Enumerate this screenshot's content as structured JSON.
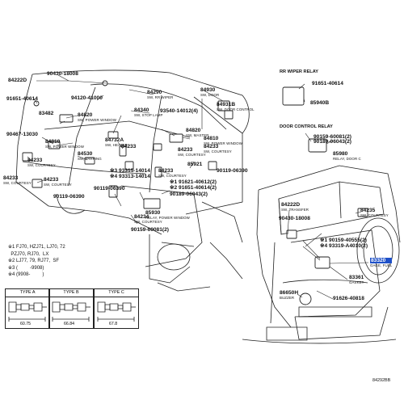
{
  "diagram": {
    "sections": {
      "rr_wiper_relay": "RR WIPER RELAY",
      "door_control_relay": "DOOR CONTROL RELAY"
    },
    "parts": [
      {
        "id": "p84222D_a",
        "num": "84222D",
        "sub": ""
      },
      {
        "id": "p90430_a",
        "num": "90430-18008",
        "sub": ""
      },
      {
        "id": "p91651_a",
        "num": "91651-40614",
        "sub": ""
      },
      {
        "id": "p94120",
        "num": "94120-41000",
        "sub": ""
      },
      {
        "id": "p84290",
        "num": "84290",
        "sub": "SW, RR WIPER"
      },
      {
        "id": "p84930",
        "num": "84930",
        "sub": "SW, DOOR"
      },
      {
        "id": "p84931B",
        "num": "84931B",
        "sub": "SW, DOOR CONTROL"
      },
      {
        "id": "p83482",
        "num": "83482",
        "sub": ""
      },
      {
        "id": "p84820",
        "num": "84820",
        "sub": "SW, POWER WINDOW"
      },
      {
        "id": "p84340",
        "num": "84340",
        "sub": "SW, STOP LAMP"
      },
      {
        "id": "p93540",
        "num": "93540-14012(4)",
        "sub": ""
      },
      {
        "id": "p90467",
        "num": "90467-13030",
        "sub": ""
      },
      {
        "id": "p84810_a",
        "num": "84810",
        "sub": "SW, POWER WINDOW"
      },
      {
        "id": "p84820_b",
        "num": "84820",
        "sub": "SW, MASTER"
      },
      {
        "id": "p84810_b",
        "num": "84810",
        "sub": "SW, POWER WINDOW"
      },
      {
        "id": "p84530",
        "num": "84530",
        "sub": "SW, PARKING"
      },
      {
        "id": "p84732A",
        "num": "84732A",
        "sub": "SW, HEATER"
      },
      {
        "id": "p84233_a",
        "num": "84233",
        "sub": "SW, COURTESY"
      },
      {
        "id": "p84233_b",
        "num": "84233",
        "sub": "SW, COURTESY"
      },
      {
        "id": "p84233_c",
        "num": "84233",
        "sub": "SW, COURTESY"
      },
      {
        "id": "p84233_d",
        "num": "84233",
        "sub": "SW, COURTESY"
      },
      {
        "id": "p84233_e",
        "num": "84233",
        "sub": "SW, COURTESY"
      },
      {
        "id": "p84233_f",
        "num": "84233",
        "sub": "SW, COURTESY"
      },
      {
        "id": "p84233_g",
        "num": "84233",
        "sub": ""
      },
      {
        "id": "p393315",
        "num": "※3 93315-14014",
        "sub": ""
      },
      {
        "id": "p493313",
        "num": "※4 93313-14014",
        "sub": ""
      },
      {
        "id": "p85921",
        "num": "85921",
        "sub": ""
      },
      {
        "id": "p90119_a",
        "num": "90119-06390",
        "sub": ""
      },
      {
        "id": "p90119_b",
        "num": "90119-06390",
        "sub": ""
      },
      {
        "id": "p90119_c",
        "num": "90119-06390",
        "sub": ""
      },
      {
        "id": "p191621",
        "num": "※1 91621-40612(2)",
        "sub": ""
      },
      {
        "id": "p291651",
        "num": "※2 91651-40614(2)",
        "sub": ""
      },
      {
        "id": "p90189_a",
        "num": "90189-06043(2)",
        "sub": ""
      },
      {
        "id": "p85930",
        "num": "85930",
        "sub": "RELAY, POWER WINDOW"
      },
      {
        "id": "p84234",
        "num": "84234",
        "sub": "SW, COURTESY"
      },
      {
        "id": "p90159_a",
        "num": "90159-60081(2)",
        "sub": ""
      },
      {
        "id": "p91651_b",
        "num": "91651-40614",
        "sub": ""
      },
      {
        "id": "p85940B",
        "num": "85940B",
        "sub": ""
      },
      {
        "id": "p90159_b",
        "num": "90159-60081(2)",
        "sub": ""
      },
      {
        "id": "p90189_b",
        "num": "90189-06043(2)",
        "sub": ""
      },
      {
        "id": "p85980",
        "num": "85980",
        "sub": "RELAY, DOOR C"
      },
      {
        "id": "p84222D_b",
        "num": "84222D",
        "sub": "SW, TRANSFER"
      },
      {
        "id": "p90430_b",
        "num": "90430-18008",
        "sub": ""
      },
      {
        "id": "p84235",
        "num": "84235",
        "sub": "SW, COURTESY"
      },
      {
        "id": "p190159",
        "num": "※1 90159-40555(2)",
        "sub": ""
      },
      {
        "id": "p493319",
        "num": "※4 93319-A4010(2)",
        "sub": ""
      },
      {
        "id": "p83320",
        "num": "83320",
        "sub": "GAGE, FUEL",
        "highlight": true
      },
      {
        "id": "p83361",
        "num": "83361",
        "sub": "GASKET"
      },
      {
        "id": "p86650H",
        "num": "86650H",
        "sub": "BUZZER"
      },
      {
        "id": "p91626",
        "num": "91626-40818",
        "sub": ""
      }
    ],
    "notes": [
      "※1 FJ70, HZJ71, LJ70, 72",
      "  PZJ70, RJ70,  LX",
      "※2 LJ77, 79, RJ77,  SF",
      "※3 (         -9908)",
      "※4 (9908-         )"
    ],
    "types": [
      {
        "label": "TYPE A",
        "dim": "60.75"
      },
      {
        "label": "TYPE B",
        "dim": "66.84"
      },
      {
        "label": "TYPE C",
        "dim": "67.8"
      }
    ],
    "figure_code": "84292BB"
  }
}
